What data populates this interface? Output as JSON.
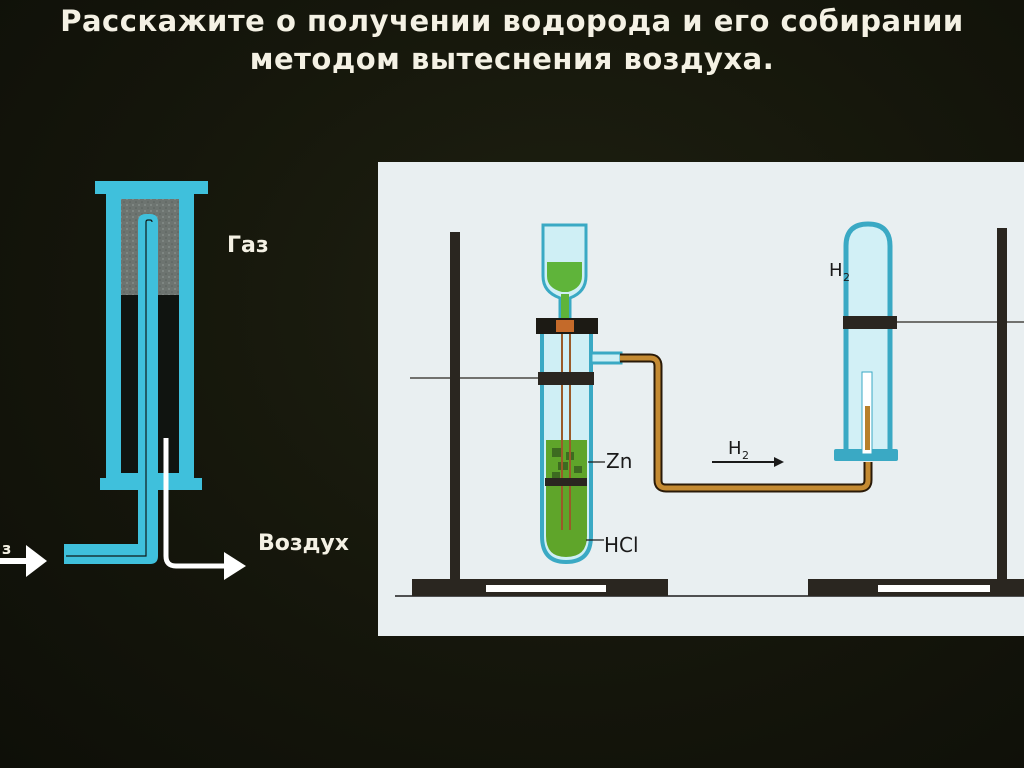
{
  "slide": {
    "title_line1": "Расскажите о получении водорода и его собирании",
    "title_line2": "методом вытеснения воздуха."
  },
  "left_diagram": {
    "gas_label": "Газ",
    "air_label": "Воздух",
    "inlet_label_fragment": "з"
  },
  "apparatus": {
    "zn_label": "Zn",
    "hcl_label": "HCl",
    "h2_flow": "H",
    "h2_flow_sub": "2",
    "h2_tube": "H",
    "h2_tube_sub": "2"
  },
  "colors": {
    "background": "#15160c",
    "glass_cyan": "#4cc3dc",
    "panel": "#e8eef1",
    "acid_green": "#5fa52a",
    "copper_tube": "#b8802a",
    "text_light": "#f4f1e4"
  }
}
